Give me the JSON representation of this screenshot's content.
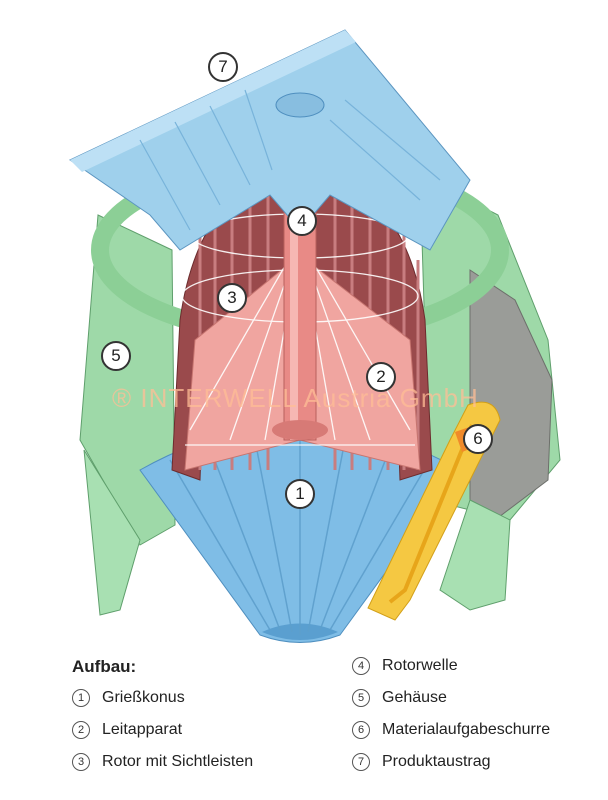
{
  "watermark": "® INTERWELL Austria GmbH",
  "legend": {
    "heading": "Aufbau:",
    "items": [
      {
        "num": "1",
        "label": "Grießkonus"
      },
      {
        "num": "2",
        "label": "Leitapparat"
      },
      {
        "num": "3",
        "label": "Rotor mit Sichtleisten"
      },
      {
        "num": "4",
        "label": "Rotorwelle"
      },
      {
        "num": "5",
        "label": "Gehäuse"
      },
      {
        "num": "6",
        "label": "Materialaufgabeschurre"
      },
      {
        "num": "7",
        "label": "Produktaustrag"
      }
    ]
  },
  "colors": {
    "cone": "#7fbde6",
    "guide": "#f0a5a0",
    "rotor": "#9a4a4c",
    "housing": "#9ed9a8",
    "chute": "#f5c842",
    "discharge": "#9fd0ec",
    "gray_shell": "#9a9c98"
  }
}
